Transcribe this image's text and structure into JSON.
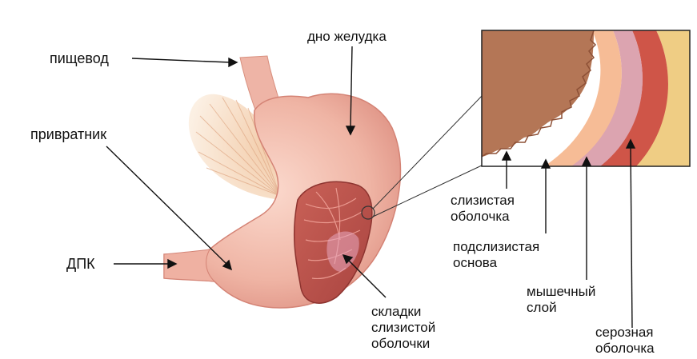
{
  "labels": {
    "esophagus": "пищевод",
    "fundus": "дно желудка",
    "pylorus": "привратник",
    "duodenum": "ДПК",
    "mucosal_folds": [
      "складки",
      "слизистой",
      "оболочки"
    ],
    "mucosa": [
      "слизистая",
      "оболочка"
    ],
    "submucosa": [
      "подслизистая",
      "основа"
    ],
    "muscular": [
      "мышечный",
      "слой"
    ],
    "serosa": [
      "серозная",
      "оболочка"
    ]
  },
  "colors": {
    "mucosa": "#b47656",
    "submucosa": "#f6bc96",
    "submucosa_band": "#dca4b0",
    "muscle": "#cf5548",
    "serosa": "#efcd84",
    "stomach": "#efb4a4",
    "stomach_shade": "#d9877a",
    "leader_line": "#111111"
  }
}
